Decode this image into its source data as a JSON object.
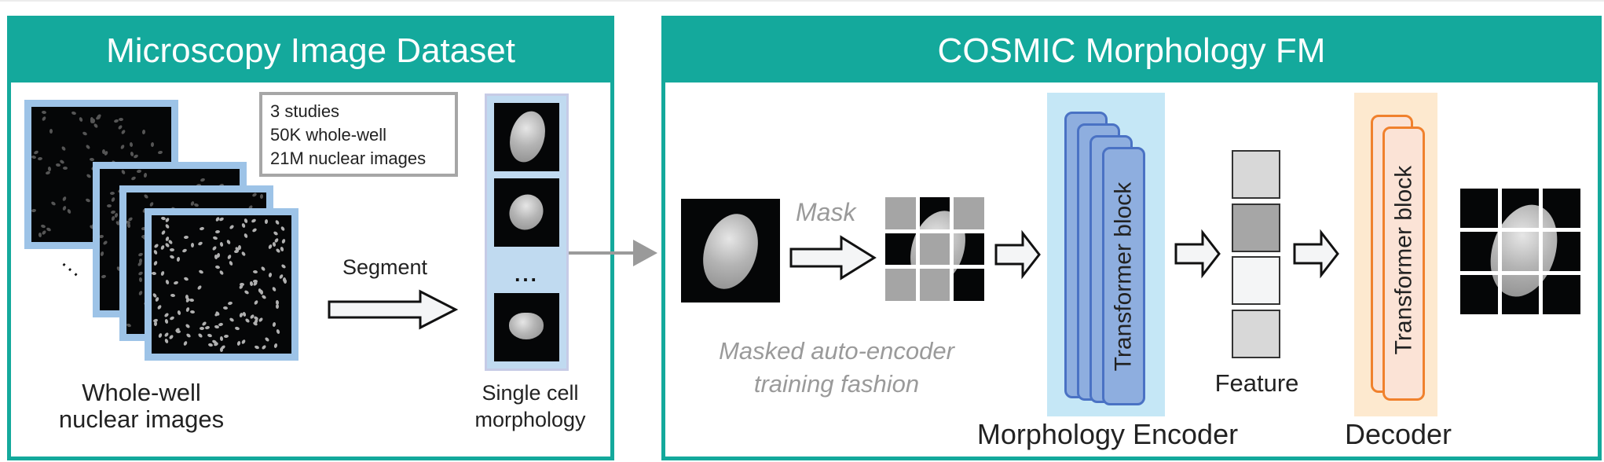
{
  "left_panel": {
    "title": "Microscopy Image Dataset",
    "info_box": [
      "3 studies",
      "50K whole-well",
      "21M nuclear images"
    ],
    "stack_ellipsis": "...",
    "segment_label": "Segment",
    "whole_well_caption": [
      "Whole-well",
      "nuclear images"
    ],
    "single_cell_ellipsis": "...",
    "single_cell_caption": [
      "Single cell",
      "morphology"
    ]
  },
  "right_panel": {
    "title": "COSMIC Morphology FM",
    "mask_label": "Mask",
    "mae_caption": [
      "Masked auto-encoder",
      "training fashion"
    ],
    "mask_grid": [
      "masked",
      "visible",
      "masked",
      "visible",
      "masked",
      "visible",
      "masked",
      "masked",
      "visible"
    ],
    "encoder": {
      "block_label": "Transformer block",
      "block_count": 4,
      "caption": "Morphology Encoder"
    },
    "feature": {
      "caption": "Feature",
      "cell_colors": [
        "#d8d8d8",
        "#a6a6a6",
        "#f4f5f6",
        "#d8d8d8"
      ]
    },
    "decoder": {
      "block_label": "Transformer block",
      "block_count": 2,
      "caption": "Decoder"
    }
  },
  "colors": {
    "panel_teal": "#14a99c",
    "well_frame_blue": "#9dc3e7",
    "encoder_bg": "#c5e7f6",
    "encoder_block": "#8eaedf",
    "encoder_border": "#4a72c4",
    "decoder_bg": "#fde9cf",
    "decoder_border": "#f0812d",
    "mask_gray": "#a5a5a5",
    "caption_gray": "#9a9a9a"
  }
}
